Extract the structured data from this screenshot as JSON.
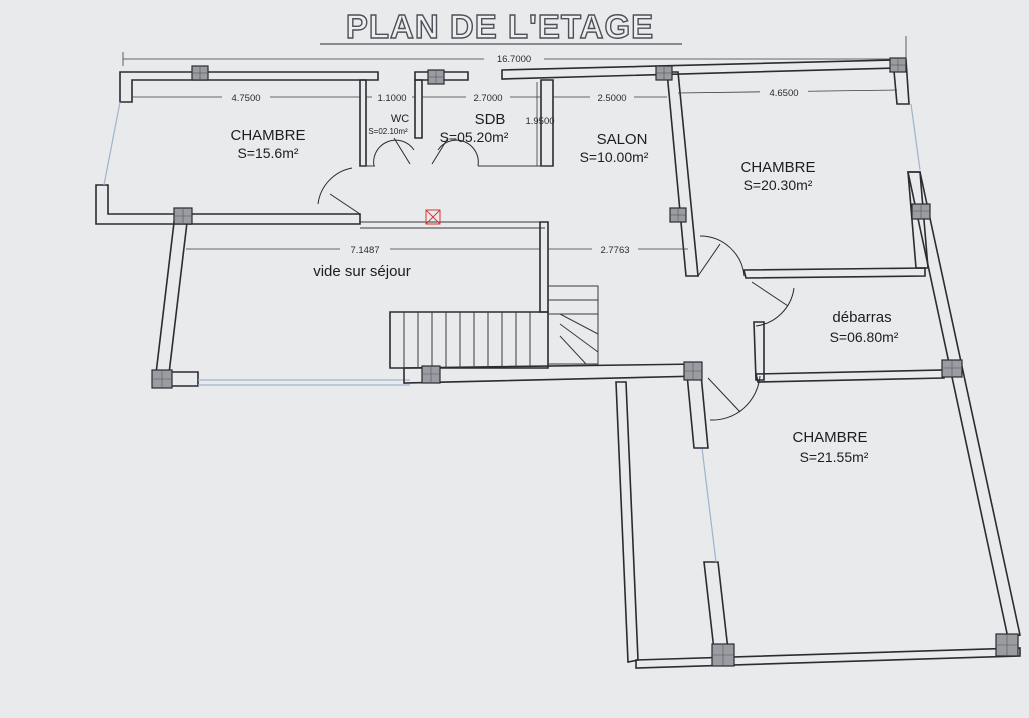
{
  "title": "PLAN DE L'ETAGE",
  "dimensions": {
    "overall": "16.7000",
    "chambre_1_width": "4.7500",
    "wc_width": "1.1000",
    "sdb_width": "2.7000",
    "sdb_depth": "1.9500",
    "salon_width": "2.5000",
    "chambre_2_width": "4.6500",
    "vide_width": "7.1487",
    "salon_depth": "2.7763"
  },
  "rooms": {
    "chambre_1": {
      "name": "CHAMBRE",
      "area": "S=15.6m²"
    },
    "wc": {
      "name": "WC",
      "area": "S=02.10m²"
    },
    "sdb": {
      "name": "SDB",
      "area": "S=05.20m²"
    },
    "salon": {
      "name": "SALON",
      "area": "S=10.00m²"
    },
    "chambre_2": {
      "name": "CHAMBRE",
      "area": "S=20.30m²"
    },
    "vide": {
      "name": "vide sur séjour"
    },
    "debarras": {
      "name": "débarras",
      "area": "S=06.80m²"
    },
    "chambre_3": {
      "name": "CHAMBRE",
      "area": "S=21.55m²"
    }
  },
  "colors": {
    "paper": "#e9eaec",
    "ink": "#2b2b31",
    "glazing": "#9fb3cf",
    "column_fill": "#9a9ca2",
    "marker": "#d23a3a"
  },
  "icons": [
    "column-marker",
    "stair-flight",
    "door-swing",
    "cross-marker"
  ]
}
